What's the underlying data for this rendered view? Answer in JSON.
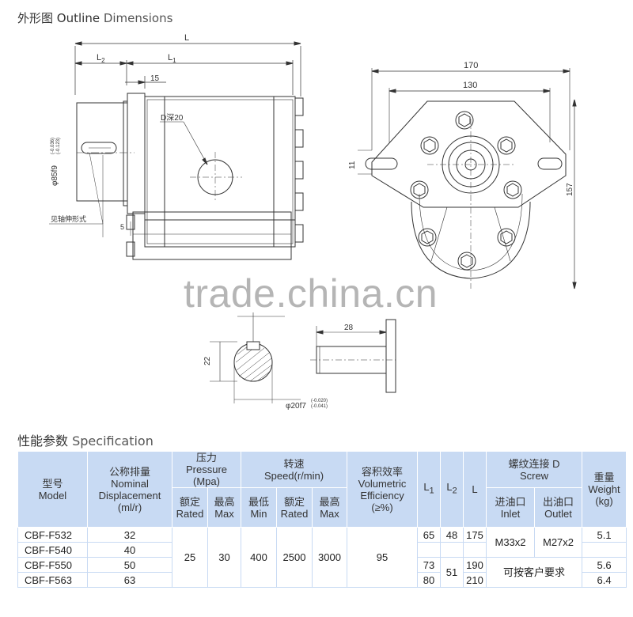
{
  "outline": {
    "title_cn": "外形图",
    "title_en1": "Outline",
    "title_en2": "Dimensions"
  },
  "drawing": {
    "dim_L": "L",
    "dim_L2": "L",
    "dim_L2_sub": "2",
    "dim_L1": "L",
    "dim_L1_sub": "1",
    "dim_15": "15",
    "dim_d_depth": "D深20",
    "dim_shaft_dia": "φ85f9",
    "dim_shaft_tol_top": "(-0.036)",
    "dim_shaft_tol_bot": "(-0.123)",
    "note_shaft": "见轴伸形式",
    "dim_5": "5",
    "dim_170": "170",
    "dim_130": "130",
    "dim_11": "11",
    "dim_157": "157",
    "dim_22": "22",
    "dim_28": "28",
    "dim_key_dia": "φ20f7",
    "dim_key_tol_top": "(-0.020)",
    "dim_key_tol_bot": "(-0.041)"
  },
  "watermark": "trade.china.cn",
  "spec": {
    "title_cn": "性能参数",
    "title_en": "Specification",
    "headers": {
      "model": [
        "型号",
        "Model"
      ],
      "displacement": [
        "公称排量",
        "Nominal",
        "Displacement",
        "(ml/r)"
      ],
      "pressure": [
        "压力",
        "Pressure",
        "(Mpa)"
      ],
      "pressure_rated": [
        "额定",
        "Rated"
      ],
      "pressure_max": [
        "最高",
        "Max"
      ],
      "speed": [
        "转速",
        "Speed(r/min)"
      ],
      "speed_min": [
        "最低",
        "Min"
      ],
      "speed_rated": [
        "额定",
        "Rated"
      ],
      "speed_max": [
        "最高",
        "Max"
      ],
      "efficiency": [
        "容积效率",
        "Volumetric",
        "Efficiency",
        "(≥%)"
      ],
      "l1": "L",
      "l1_sub": "1",
      "l2": "L",
      "l2_sub": "2",
      "l": "L",
      "screw": [
        "螺纹连接 D",
        "Screw"
      ],
      "inlet": [
        "进油口",
        "Inlet"
      ],
      "outlet": [
        "出油口",
        "Outlet"
      ],
      "weight": [
        "重量",
        "Weight",
        "(kg)"
      ]
    },
    "rows": [
      {
        "model": "CBF-F532",
        "displacement": "32",
        "l1": "65",
        "l2": "48",
        "l": "175",
        "weight": "5.1"
      },
      {
        "model": "CBF-F540",
        "displacement": "40",
        "l1": "",
        "l2": "",
        "l": "",
        "weight": ""
      },
      {
        "model": "CBF-F550",
        "displacement": "50",
        "l1": "73",
        "l2": "51",
        "l": "190",
        "weight": "5.6"
      },
      {
        "model": "CBF-F563",
        "displacement": "63",
        "l1": "80",
        "l2": "",
        "l": "210",
        "weight": "6.4"
      }
    ],
    "merged": {
      "pressure_rated": "25",
      "pressure_max": "30",
      "speed_min": "400",
      "speed_rated": "2500",
      "speed_max": "3000",
      "efficiency": "95",
      "inlet": "M33x2",
      "outlet": "M27x2",
      "custom": "可按客户要求"
    }
  }
}
